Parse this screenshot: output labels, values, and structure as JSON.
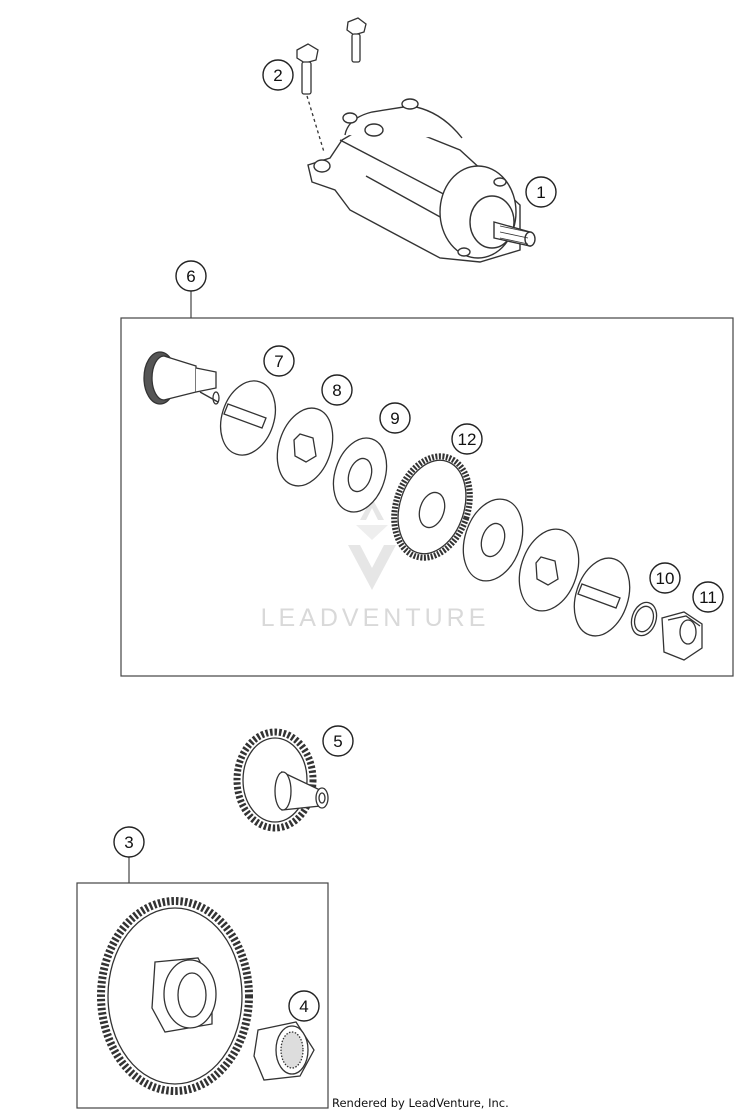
{
  "callouts": [
    {
      "id": "1",
      "label": "1"
    },
    {
      "id": "2",
      "label": "2"
    },
    {
      "id": "3",
      "label": "3"
    },
    {
      "id": "4",
      "label": "4"
    },
    {
      "id": "5",
      "label": "5"
    },
    {
      "id": "6",
      "label": "6"
    },
    {
      "id": "7",
      "label": "7"
    },
    {
      "id": "8",
      "label": "8"
    },
    {
      "id": "9",
      "label": "9"
    },
    {
      "id": "10",
      "label": "10"
    },
    {
      "id": "11",
      "label": "11"
    },
    {
      "id": "12",
      "label": "12"
    }
  ],
  "watermark": {
    "text": "LEADVENTURE"
  },
  "footer": {
    "credit": "Rendered by LeadVenture, Inc."
  },
  "colors": {
    "line": "#333333",
    "watermark": "#d9d9d9"
  }
}
